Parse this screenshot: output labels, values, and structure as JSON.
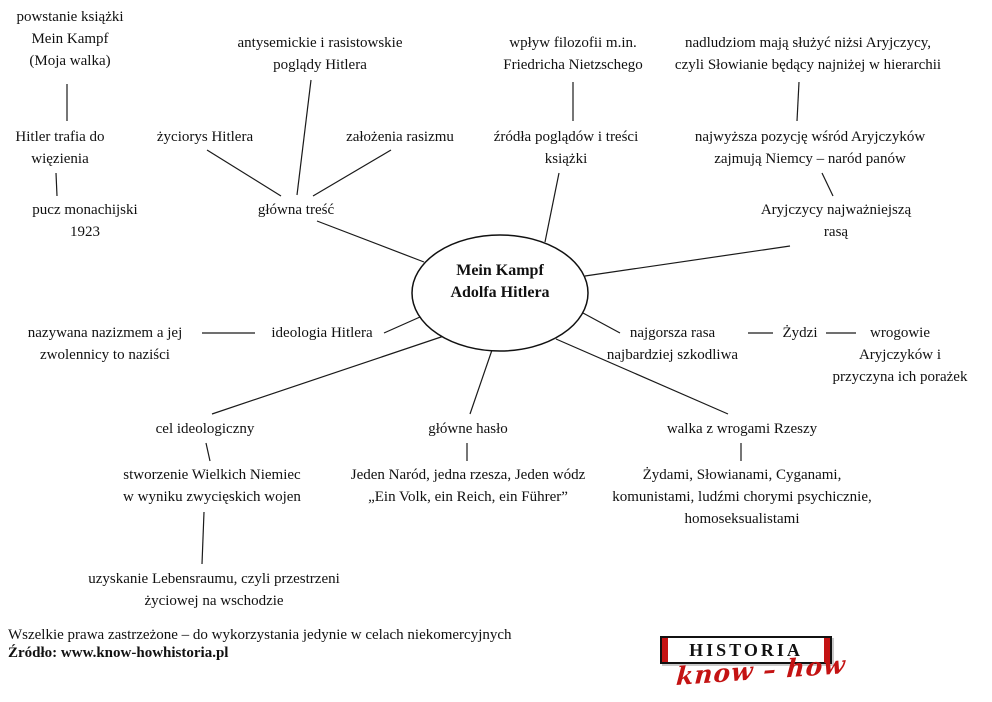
{
  "center": {
    "title": "Mein Kampf\nAdolfa Hitlera"
  },
  "nodes": {
    "powstanie": "powstanie książki\nMein Kampf\n(Moja walka)",
    "hitler_wiezienie": "Hitler trafia do\nwięzienia",
    "pucz": "pucz monachijski\n1923",
    "zyciorys": "życiorys Hitlera",
    "antysemickie": "antysemickie i rasistowskie\npoglądy Hitlera",
    "zalozenia": "założenia rasizmu",
    "glowna_tresc": "główna treść",
    "wplyw": "wpływ filozofii m.in.\nFriedricha Nietzschego",
    "zrodla": "źródła poglądów i treści\nksiążki",
    "nadludzie": "nadludziom mają służyć niżsi Aryjczycy,\nczyli Słowianie będący najniżej w hierarchii",
    "najwyzsza": "najwyższa pozycję wśród Aryjczyków\nzajmują Niemcy – naród panów",
    "aryjczycy": "Aryjczycy najważniejszą\nrasą",
    "nazywana": "nazywana nazizmem a jej\nzwolennicy to naziści",
    "ideologia": "ideologia Hitlera",
    "najgorsza": "najgorsza rasa\nnajbardziej szkodliwa",
    "zydzi": "Żydzi",
    "wrogowie": "wrogowie\nAryjczyków i\nprzyczyna ich porażek",
    "cel": "cel ideologiczny",
    "stworzenie": "stworzenie Wielkich Niemiec\nw wyniku zwycięskich wojen",
    "uzyskanie": "uzyskanie Lebensraumu, czyli przestrzeni\nżyciowej na wschodzie",
    "haslo": "główne hasło",
    "jeden_narod": "Jeden Naród, jedna rzesza, Jeden wódz\n„Ein Volk, ein Reich, ein Führer”",
    "walka": "walka z wrogami Rzeszy",
    "zydami": "Żydami, Słowianami, Cyganami,\nkomunistami, ludźmi chorymi psychicznie,\nhomoseksualistami"
  },
  "footer": {
    "rights": "Wszelkie prawa zastrzeżone – do wykorzystania jedynie w celach niekomercyjnych",
    "source": "Źródło: www.know-howhistoria.pl"
  },
  "logo": {
    "top": "HISTORIA",
    "bottom": "know – how",
    "accent_color": "#c41313"
  }
}
